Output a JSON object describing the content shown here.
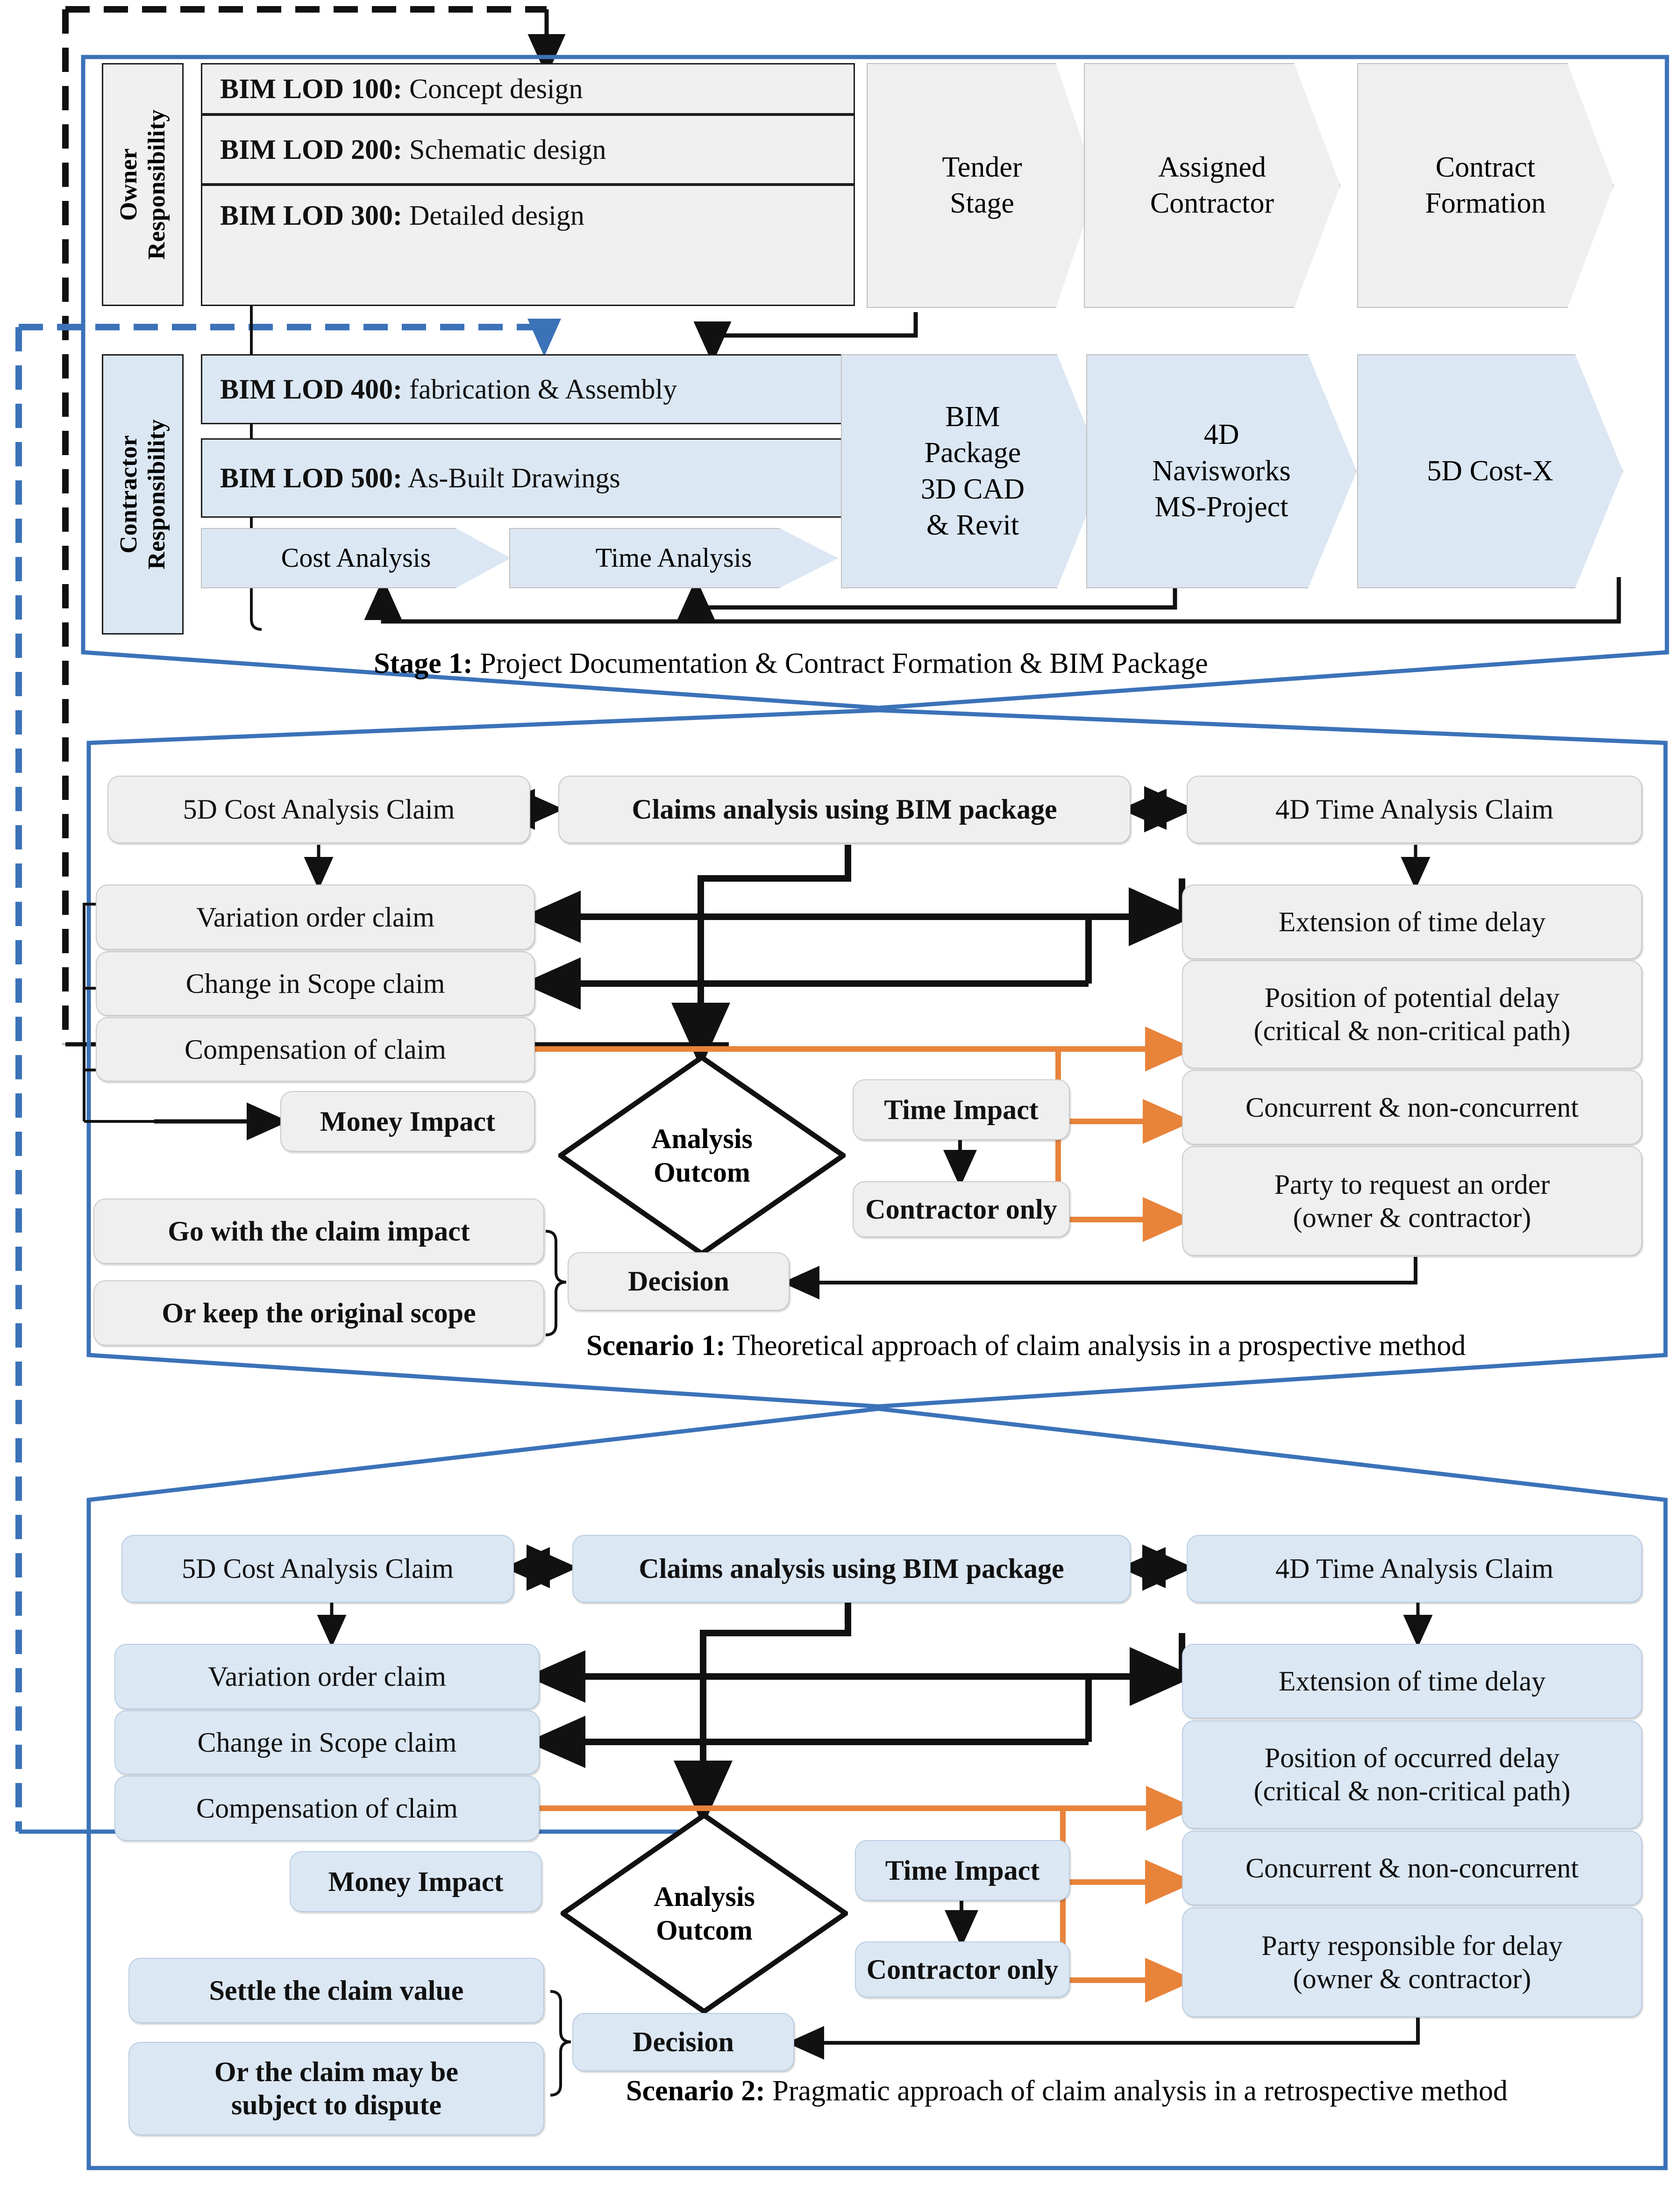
{
  "colors": {
    "stage_border": "#3b72b8",
    "grey_fill": "#efefef",
    "blue_fill": "#dbe7f3",
    "orange_arrow": "#e8833a",
    "black_arrow": "#111111"
  },
  "stage1": {
    "owner": {
      "label": "Owner\nResponsibility",
      "rows": [
        {
          "bold": "BIM LOD 100:",
          "rest": " Concept  design"
        },
        {
          "bold": "BIM LOD 200:",
          "rest": " Schematic  design"
        },
        {
          "bold": "BIM LOD 300:",
          "rest": " Detailed  design"
        }
      ],
      "chevrons": [
        "Tender\nStage",
        "Assigned\nContractor",
        "Contract\nFormation"
      ]
    },
    "contractor": {
      "label": "Contractor\nResponsibility",
      "rows": [
        {
          "bold": "BIM LOD 400:",
          "rest": " fabrication  & Assembly"
        },
        {
          "bold": "BIM LOD 500:",
          "rest": " As-Built Drawings"
        }
      ],
      "small_chevrons": [
        "Cost Analysis",
        "Time Analysis"
      ],
      "chevrons": [
        "BIM\nPackage\n3D CAD\n& Revit",
        "4D\nNavisworks\nMS-Project",
        "5D Cost-X"
      ]
    },
    "caption_bold": "Stage 1:",
    "caption_rest": " Project Documentation & Contract Formation & BIM Package"
  },
  "scenario1": {
    "top": {
      "left": "5D Cost Analysis Claim",
      "center": "Claims analysis using BIM package",
      "right": "4D Time Analysis Claim"
    },
    "left_column": [
      "Variation order claim",
      "Change in Scope claim",
      "Compensation of claim"
    ],
    "right_column": [
      "Extension of time delay",
      "Position of potential delay\n(critical & non-critical path)",
      "Concurrent & non-concurrent",
      "Party to request an order\n(owner & contractor)"
    ],
    "money_impact": "Money Impact",
    "diamond": "Analysis\nOutcom",
    "time_impact": "Time Impact",
    "contractor_only": "Contractor only",
    "decision": "Decision",
    "outcomes": [
      "Go with the claim impact",
      "Or keep the original scope"
    ],
    "caption_bold": "Scenario 1:",
    "caption_rest": " Theoretical approach of claim analysis in a prospective method"
  },
  "scenario2": {
    "top": {
      "left": "5D Cost Analysis Claim",
      "center": "Claims analysis using BIM package",
      "right": "4D Time Analysis Claim"
    },
    "left_column": [
      "Variation order claim",
      "Change in Scope claim",
      "Compensation of claim"
    ],
    "right_column": [
      "Extension of time delay",
      "Position of occurred delay\n(critical & non-critical path)",
      "Concurrent & non-concurrent",
      "Party responsible for delay\n(owner & contractor)"
    ],
    "money_impact": "Money Impact",
    "diamond": "Analysis\nOutcom",
    "time_impact": "Time Impact",
    "contractor_only": "Contractor only",
    "decision": "Decision",
    "outcomes": [
      "Settle the claim value",
      "Or the claim may be\nsubject to dispute"
    ],
    "caption_bold": "Scenario 2:",
    "caption_rest": " Pragmatic approach of claim analysis in a retrospective method"
  }
}
